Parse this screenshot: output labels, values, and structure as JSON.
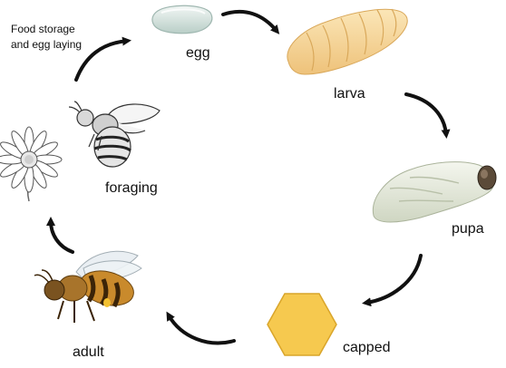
{
  "diagram": {
    "note": [
      "Food storage",
      "and egg laying"
    ],
    "stages": {
      "egg": "egg",
      "larva": "larva",
      "pupa": "pupa",
      "capped": "capped",
      "adult": "adult",
      "foraging": "foraging"
    },
    "colors": {
      "arrow": "#111111",
      "egg": "#d9e7e2",
      "larva": "#f6d79a",
      "pupa": "#e8ecdf",
      "capped_cell": "#f6c94f",
      "bee_body": "#c98a2c"
    }
  }
}
